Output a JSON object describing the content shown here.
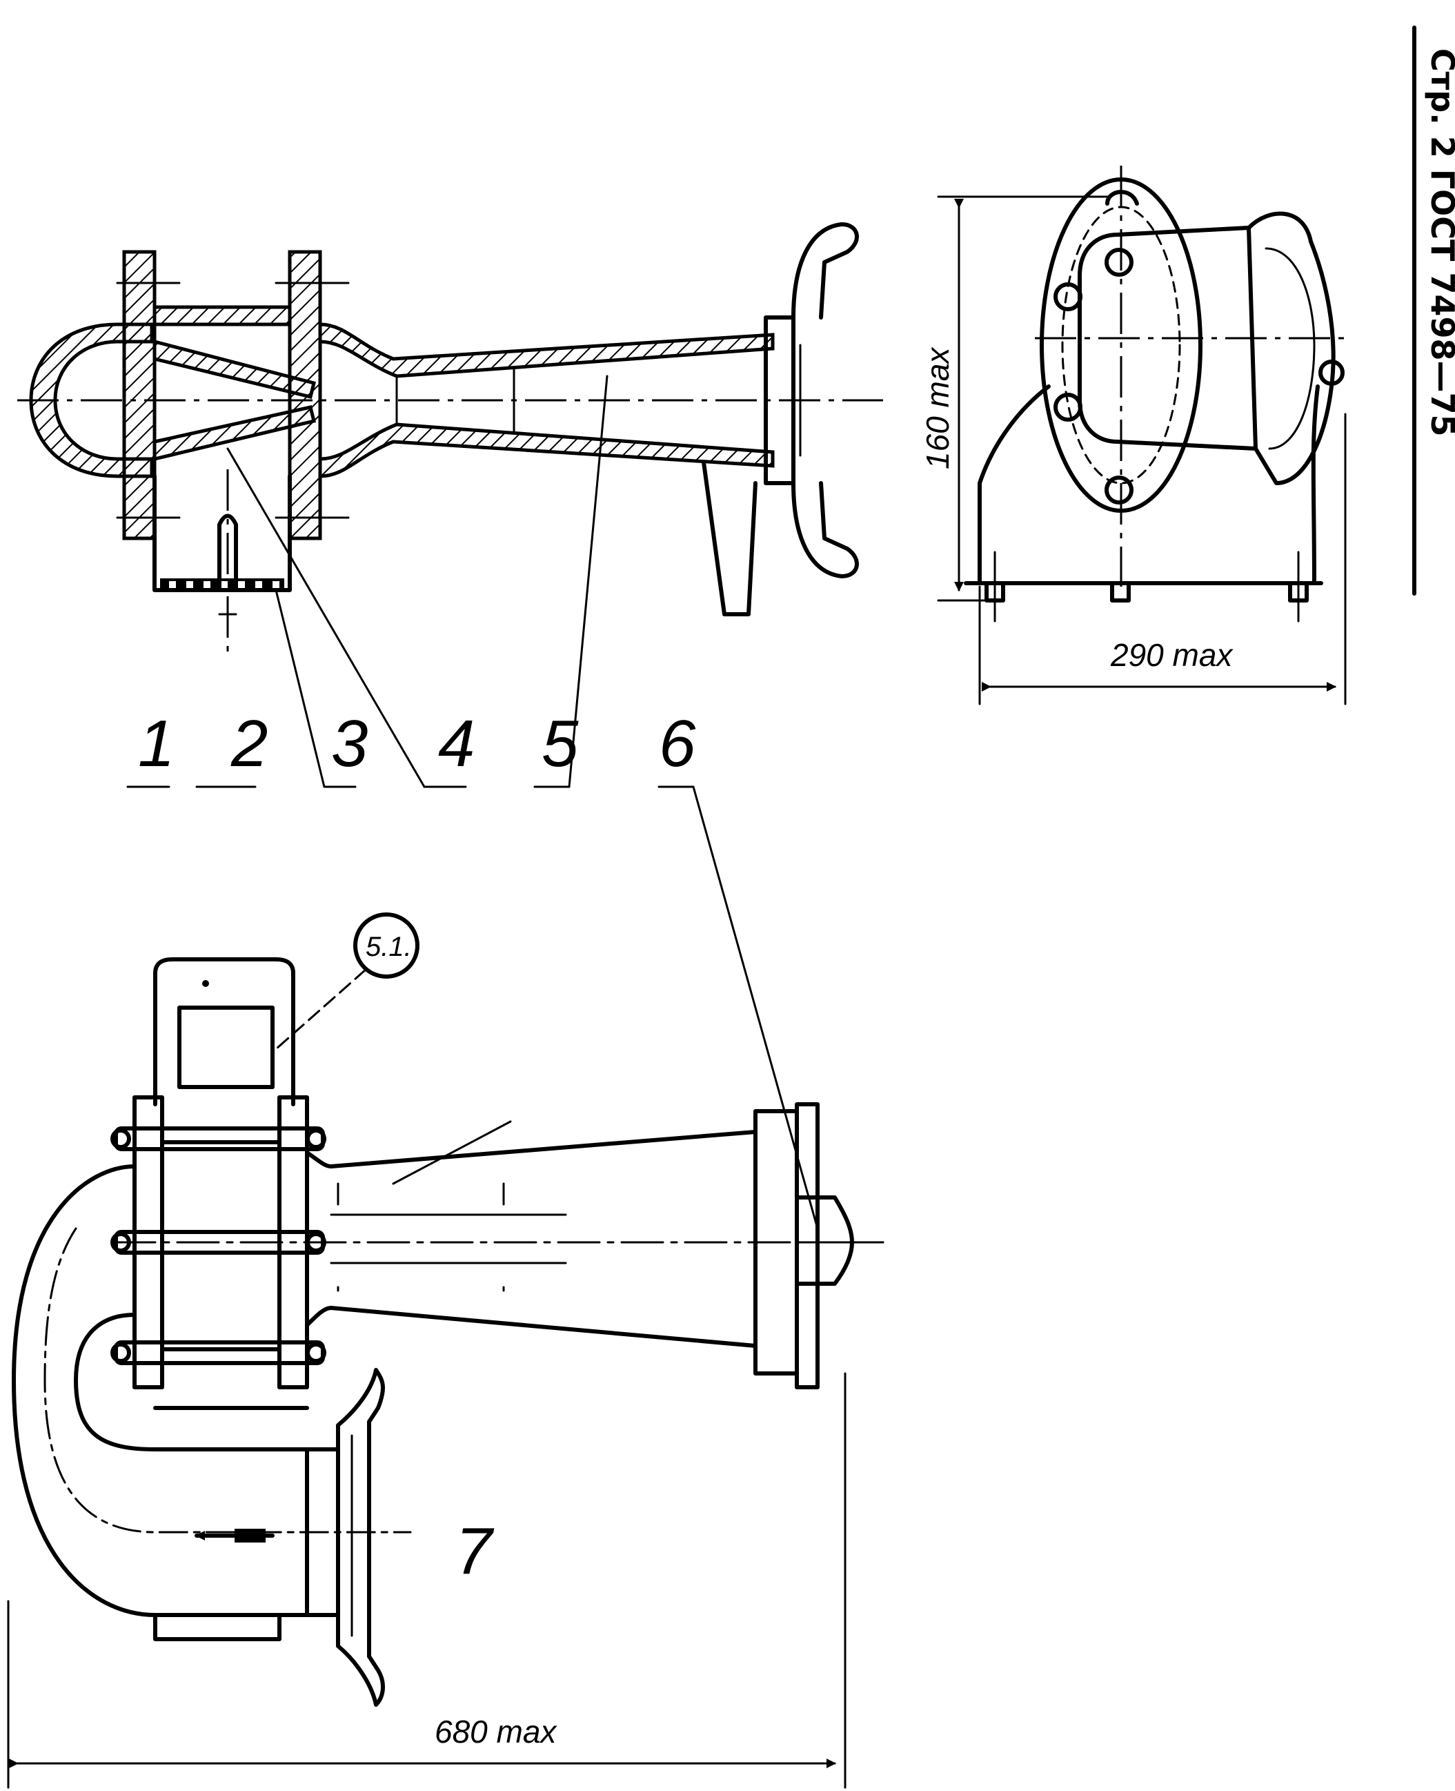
{
  "header": {
    "page_ref": "Стр. 2 ГОСТ 7498—75"
  },
  "callouts": [
    "1",
    "2",
    "3",
    "4",
    "5",
    "6",
    "7"
  ],
  "circle_ref": "5.1.",
  "dimensions": {
    "height": "160 max",
    "width": "290 max",
    "length": "680 max"
  }
}
